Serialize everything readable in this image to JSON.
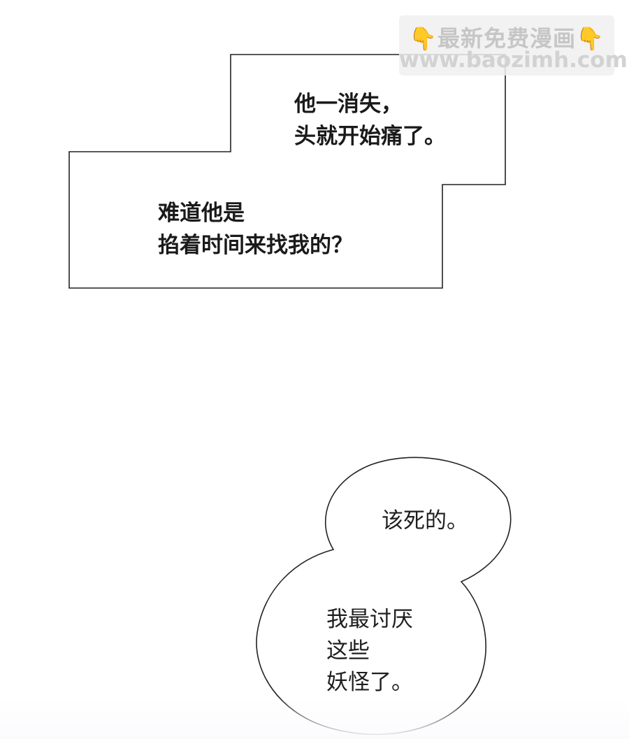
{
  "watermark": {
    "hand_icon_left": "👇",
    "title": "最新免费漫画",
    "hand_icon_right": "👇",
    "url": "www.baozimh.com"
  },
  "caption_box": {
    "upper": {
      "line1": "他一消失，",
      "line2": "头就开始痛了。"
    },
    "lower": {
      "line1": "难道他是",
      "line2": "掐着时间来找我的？"
    }
  },
  "speech_bubble": {
    "top": {
      "line1": "该死的。"
    },
    "bottom": {
      "line1": "我最讨厌",
      "line2": "这些",
      "line3": "妖怪了。"
    }
  },
  "colors": {
    "background": "#ffffff",
    "outline": "#222222",
    "text": "#1a1a1a",
    "watermark_hand": "#f3b21b",
    "watermark_text": "#c6c6c6"
  }
}
